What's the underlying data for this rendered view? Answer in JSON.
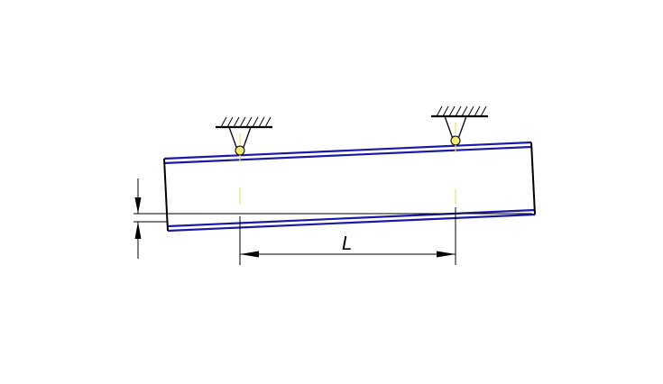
{
  "diagram": {
    "span_label": "L",
    "colors": {
      "background": "#ffffff",
      "beam": "#1a1aa6",
      "outline": "#000000",
      "centerline": "#f0e060",
      "support_ball": "#f2e87a"
    },
    "supports": [
      {
        "name": "left-support"
      },
      {
        "name": "right-support"
      }
    ]
  }
}
